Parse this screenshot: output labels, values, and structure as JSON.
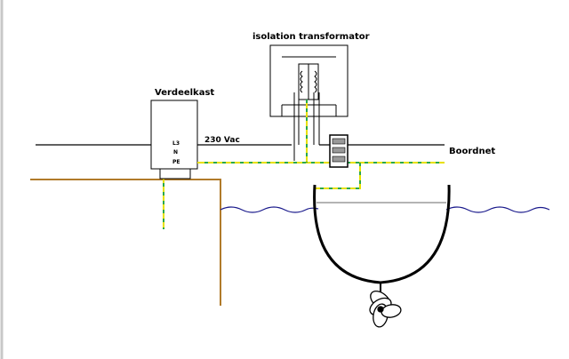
{
  "labels": {
    "transformer": "isolation transformator",
    "distribution_box": "Verdeelkast",
    "voltage": "230 Vac",
    "shore_net": "Boordnet"
  },
  "terminals": [
    "L3",
    "N",
    "PE"
  ],
  "colors": {
    "wire": "#000000",
    "ground_earth": "#b07a2a",
    "pe_yellow": "#e8e000",
    "pe_green": "#2aa84a",
    "water": "#1a1a8c",
    "hull": "#000000",
    "box": "#ffffff"
  }
}
